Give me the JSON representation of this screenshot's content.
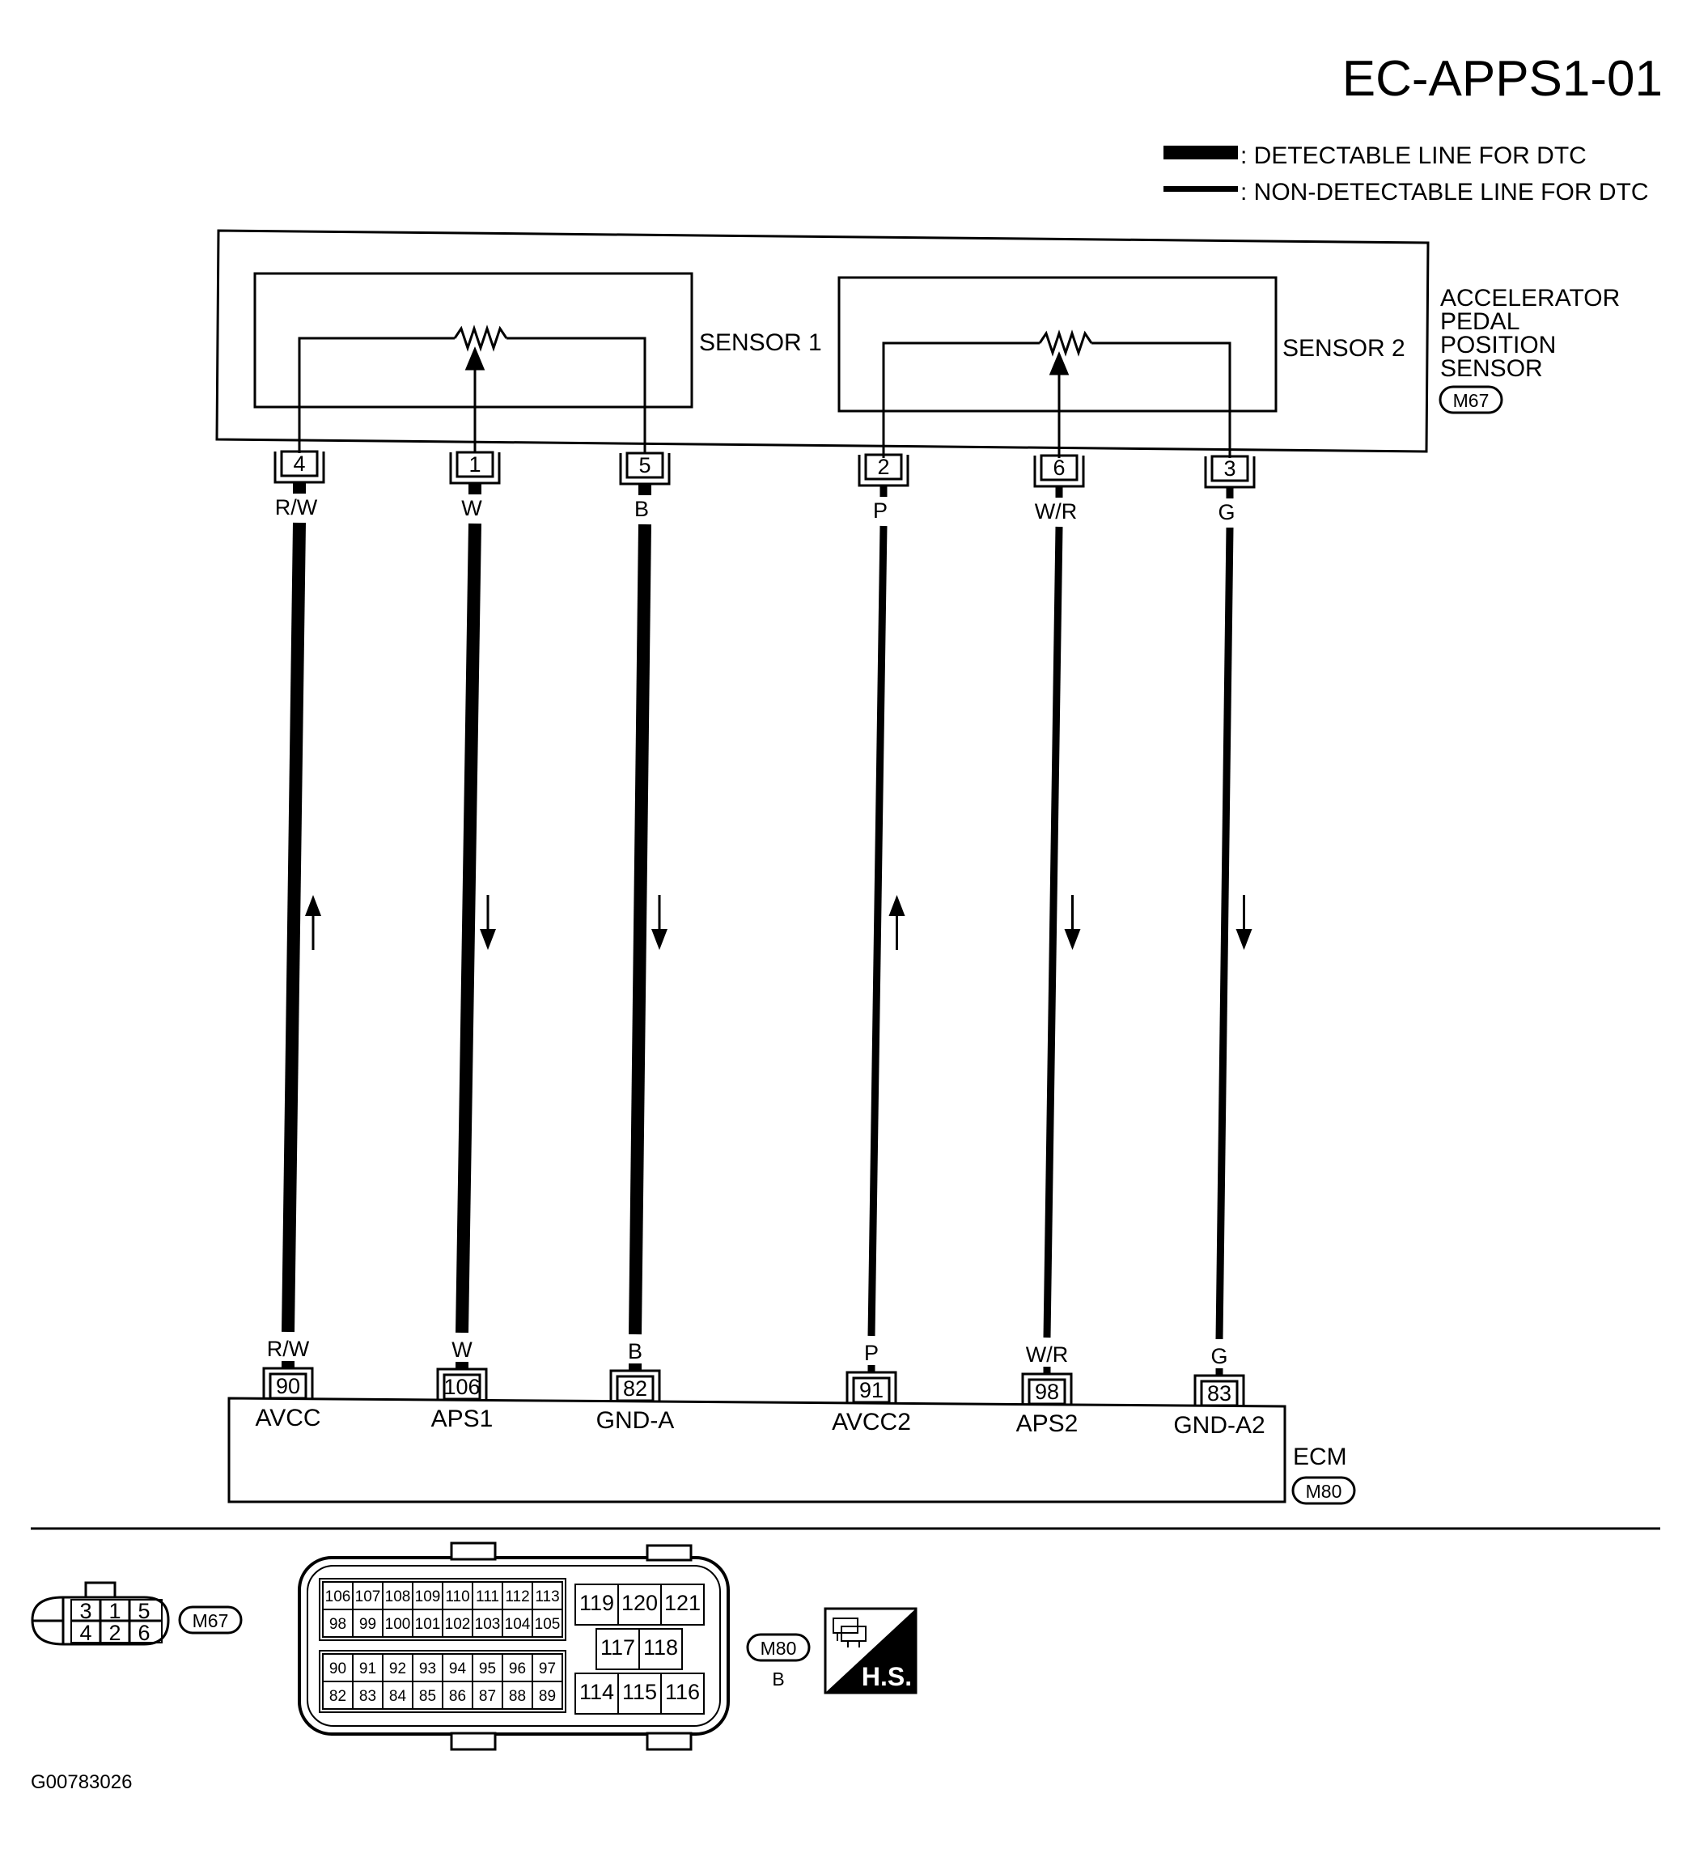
{
  "diagram_code": "EC-APPS1-01",
  "legend": {
    "detectable": ": DETECTABLE LINE FOR DTC",
    "non_detectable": ": NON-DETECTABLE LINE FOR DTC"
  },
  "sensor_assembly": {
    "name_lines": [
      "ACCELERATOR",
      "PEDAL",
      "POSITION",
      "SENSOR"
    ],
    "connector": "M67",
    "sensor1_label": "SENSOR 1",
    "sensor2_label": "SENSOR 2"
  },
  "ecm": {
    "name": "ECM",
    "connector": "M80"
  },
  "wires": [
    {
      "sensor_pin": "4",
      "color": "R/W",
      "ecm_pin": "90",
      "signal": "AVCC",
      "direction": "up",
      "detectable": true
    },
    {
      "sensor_pin": "1",
      "color": "W",
      "ecm_pin": "106",
      "signal": "APS1",
      "direction": "down",
      "detectable": true
    },
    {
      "sensor_pin": "5",
      "color": "B",
      "ecm_pin": "82",
      "signal": "GND-A",
      "direction": "down",
      "detectable": true
    },
    {
      "sensor_pin": "2",
      "color": "P",
      "ecm_pin": "91",
      "signal": "AVCC2",
      "direction": "up",
      "detectable": false
    },
    {
      "sensor_pin": "6",
      "color": "W/R",
      "ecm_pin": "98",
      "signal": "APS2",
      "direction": "down",
      "detectable": false
    },
    {
      "sensor_pin": "3",
      "color": "G",
      "ecm_pin": "83",
      "signal": "GND-A2",
      "direction": "down",
      "detectable": false
    }
  ],
  "m67_face": {
    "top_row": [
      "3",
      "1",
      "5"
    ],
    "bottom_row": [
      "4",
      "2",
      "6"
    ],
    "label": "M67"
  },
  "m80_face": {
    "left_rows": [
      [
        "106",
        "107",
        "108",
        "109",
        "110",
        "111",
        "112",
        "113"
      ],
      [
        "98",
        "99",
        "100",
        "101",
        "102",
        "103",
        "104",
        "105"
      ],
      [
        "90",
        "91",
        "92",
        "93",
        "94",
        "95",
        "96",
        "97"
      ],
      [
        "82",
        "83",
        "84",
        "85",
        "86",
        "87",
        "88",
        "89"
      ]
    ],
    "right_top": [
      "119",
      "120",
      "121"
    ],
    "right_middle": [
      "117",
      "118"
    ],
    "right_bottom": [
      "114",
      "115",
      "116"
    ],
    "label": "M80",
    "color_code": "B"
  },
  "hs_badge": "H.S.",
  "figure_id": "G00783026"
}
